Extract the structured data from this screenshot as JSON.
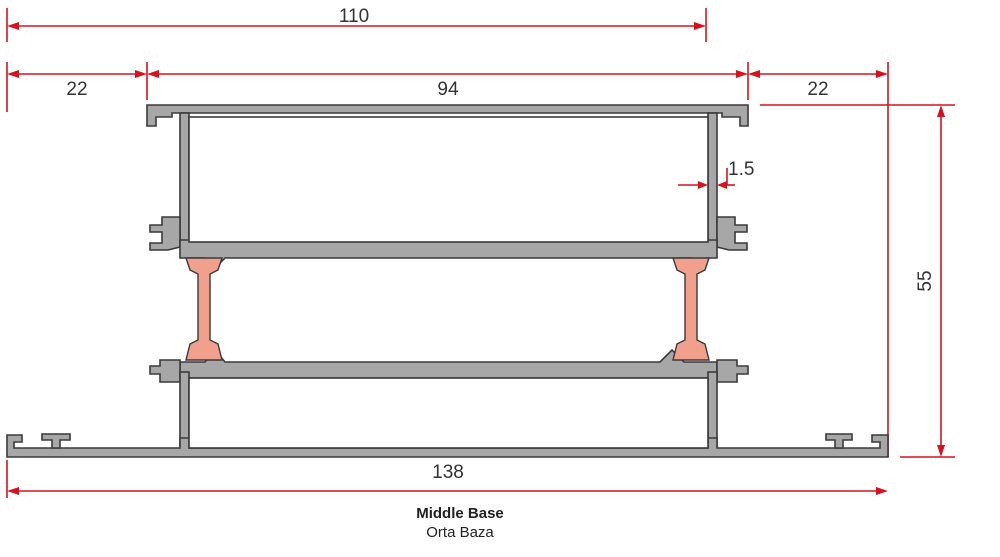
{
  "dimensions": {
    "top_width": "110",
    "left_offset": "22",
    "middle_width": "94",
    "right_offset": "22",
    "wall_thickness": "1.5",
    "height": "55",
    "base_width": "138"
  },
  "caption": {
    "title": "Middle Base",
    "subtitle": "Orta Baza"
  },
  "colors": {
    "dimension": "#d5121e",
    "profile": "#a7a7a8",
    "thermal_break": "#f0a08c"
  }
}
